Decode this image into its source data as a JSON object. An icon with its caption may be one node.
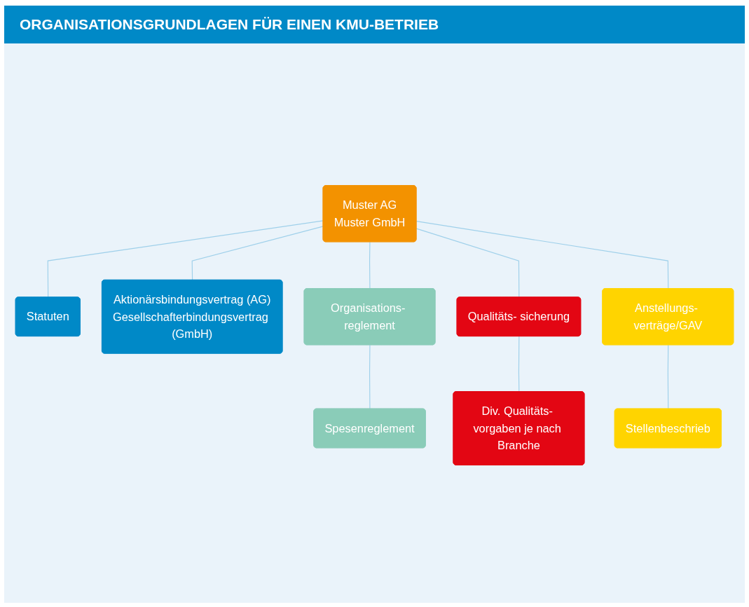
{
  "diagram": {
    "title": "ORGANISATIONSGRUNDLAGEN FÜR EINEN KMU-BETRIEB",
    "nodes": [
      {
        "text": [
          "Muster AG",
          "Muster GmbH"
        ]
      },
      {
        "text": [
          "Statuten"
        ]
      },
      {
        "text": [
          "Aktionärsbindungsvertrag (AG)",
          "Gesellschafterbindungsvertrag (GmbH)"
        ]
      },
      {
        "text": [
          "Organisations- reglement"
        ]
      },
      {
        "text": [
          "Qualitäts- sicherung"
        ]
      },
      {
        "text": [
          "Anstellungs- verträge/GAV"
        ]
      },
      {
        "text": [
          "Spesenreglement"
        ]
      },
      {
        "text": [
          "Div. Qualitäts- vorgaben je nach Branche"
        ]
      },
      {
        "text": [
          "Stellenbeschrieb"
        ]
      }
    ],
    "edges": [
      {
        "from": 0,
        "to": 1,
        "arrow": "none"
      },
      {
        "from": 0,
        "to": 2,
        "arrow": "none"
      },
      {
        "from": 0,
        "to": 3,
        "arrow": "none"
      },
      {
        "from": 0,
        "to": 4,
        "arrow": "none"
      },
      {
        "from": 0,
        "to": 5,
        "arrow": "none"
      },
      {
        "from": 3,
        "to": 6,
        "arrow": "none"
      },
      {
        "from": 4,
        "to": 7,
        "arrow": "none"
      },
      {
        "from": 5,
        "to": 8,
        "arrow": "none"
      }
    ]
  }
}
